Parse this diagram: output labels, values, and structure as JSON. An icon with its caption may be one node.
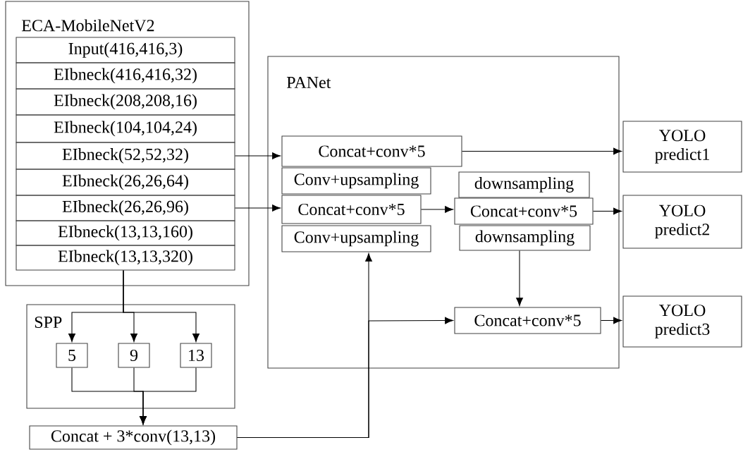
{
  "diagram": {
    "nodes": [
      {
        "text": [
          "ECA-MobileNetV2"
        ]
      },
      {
        "text": [
          "Input(416,416,3)"
        ],
        "in": 0
      },
      {
        "text": [
          "EIbneck(416,416,32)"
        ],
        "in": 0
      },
      {
        "text": [
          "EIbneck(208,208,16)"
        ],
        "in": 0
      },
      {
        "text": [
          "EIbneck(104,104,24)"
        ],
        "in": 0
      },
      {
        "text": [
          "EIbneck(52,52,32)"
        ],
        "in": 0
      },
      {
        "text": [
          "EIbneck(26,26,64)"
        ],
        "in": 0
      },
      {
        "text": [
          "EIbneck(26,26,96)"
        ],
        "in": 0
      },
      {
        "text": [
          "EIbneck(13,13,160)"
        ],
        "in": 0
      },
      {
        "text": [
          "EIbneck(13,13,320)"
        ],
        "in": 0
      },
      {
        "text": [
          "SPP"
        ]
      },
      {
        "text": [
          "5"
        ],
        "in": 10
      },
      {
        "text": [
          "9"
        ],
        "in": 10
      },
      {
        "text": [
          "13"
        ],
        "in": 10
      },
      {
        "text": [
          "Concat + 3*conv(13,13)"
        ]
      },
      {
        "text": [
          "PANet"
        ]
      },
      {
        "text": [
          "Concat+conv*5"
        ],
        "in": 15
      },
      {
        "text": [
          "Conv+upsampling"
        ],
        "in": 15
      },
      {
        "text": [
          "Concat+conv*5"
        ],
        "in": 15
      },
      {
        "text": [
          "Conv+upsampling"
        ],
        "in": 15
      },
      {
        "text": [
          "downsampling"
        ],
        "in": 15
      },
      {
        "text": [
          "Concat+conv*5"
        ],
        "in": 15
      },
      {
        "text": [
          "downsampling"
        ],
        "in": 15
      },
      {
        "text": [
          "Concat+conv*5"
        ],
        "in": 15
      },
      {
        "text": [
          "YOLO predict1"
        ]
      },
      {
        "text": [
          "YOLO predict2"
        ]
      },
      {
        "text": [
          "YOLO predict3"
        ]
      }
    ],
    "edges": [
      {
        "from": 5,
        "to": 16,
        "arrow": "to"
      },
      {
        "from": 7,
        "to": 18,
        "arrow": "to"
      },
      {
        "from": 9,
        "to": 11,
        "arrow": "to"
      },
      {
        "from": 9,
        "to": 12,
        "arrow": "to"
      },
      {
        "from": 9,
        "to": 13,
        "arrow": "to"
      },
      {
        "from": 11,
        "to": 14,
        "arrow": "to"
      },
      {
        "from": 12,
        "to": 14,
        "arrow": "to"
      },
      {
        "from": 13,
        "to": 14,
        "arrow": "to"
      },
      {
        "from": 14,
        "to": 19,
        "arrow": "to"
      },
      {
        "from": 14,
        "to": 23,
        "arrow": "to"
      },
      {
        "from": 18,
        "to": 21,
        "arrow": "to"
      },
      {
        "from": 22,
        "to": 23,
        "arrow": "to"
      },
      {
        "from": 16,
        "to": 24,
        "arrow": "to"
      },
      {
        "from": 21,
        "to": 25,
        "arrow": "to"
      },
      {
        "from": 23,
        "to": 26,
        "arrow": "to"
      }
    ]
  }
}
